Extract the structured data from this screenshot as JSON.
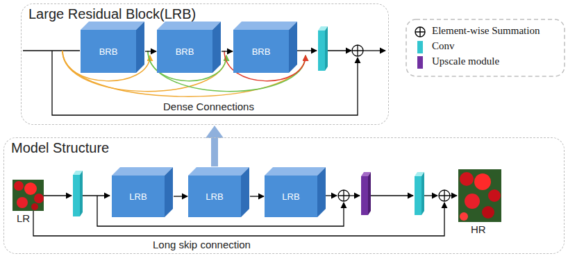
{
  "diagram": {
    "nodes": [
      {
        "text": [
          "Large Residual Block(LRB)"
        ]
      },
      {
        "text": [
          "BRB"
        ],
        "in": 0
      },
      {
        "text": [
          "BRB"
        ],
        "in": 0
      },
      {
        "text": [
          "BRB"
        ],
        "in": 0
      },
      {
        "text": [
          "Model Structure"
        ]
      },
      {
        "text": [
          "LRB"
        ],
        "in": 4
      },
      {
        "text": [
          "LRB"
        ],
        "in": 4
      },
      {
        "text": [
          "LRB"
        ],
        "in": 4
      }
    ],
    "edges": [
      {
        "from": 1,
        "to": 2,
        "arrow": "to"
      },
      {
        "from": 2,
        "to": 3,
        "arrow": "to"
      },
      {
        "from": 5,
        "to": 6,
        "arrow": "to"
      },
      {
        "from": 6,
        "to": 7,
        "arrow": "to"
      },
      {
        "from": 6,
        "to": 0,
        "arrow": "to"
      }
    ],
    "labels": [
      "Dense Connections",
      "LR",
      "HR",
      "Long skip connection"
    ],
    "legend": [
      {
        "text": "Element-wise Summation"
      },
      {
        "text": "Conv",
        "color": "#33c5cf"
      },
      {
        "text": "Upscale module",
        "color": "#7030a0"
      }
    ]
  }
}
